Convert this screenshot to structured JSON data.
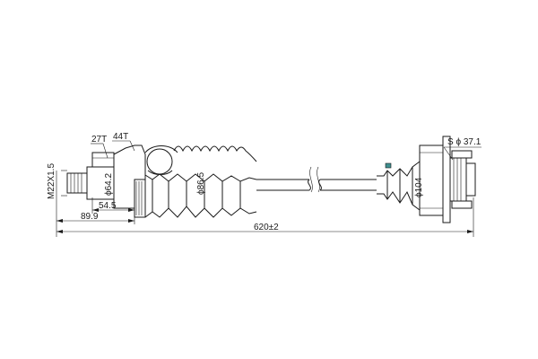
{
  "labels": {
    "spline_teeth_outer": "44T",
    "spline_teeth_inner": "27T",
    "thread": "M22X1.5",
    "dia_stub": "ϕ64.2",
    "dia_boot_outer": "ϕ86.5",
    "dia_inner_joint": "ϕ104",
    "spline_dia": "S ϕ 37.1",
    "len_stub": "54.5",
    "len_outer": "89.9",
    "len_total": "620±2"
  }
}
